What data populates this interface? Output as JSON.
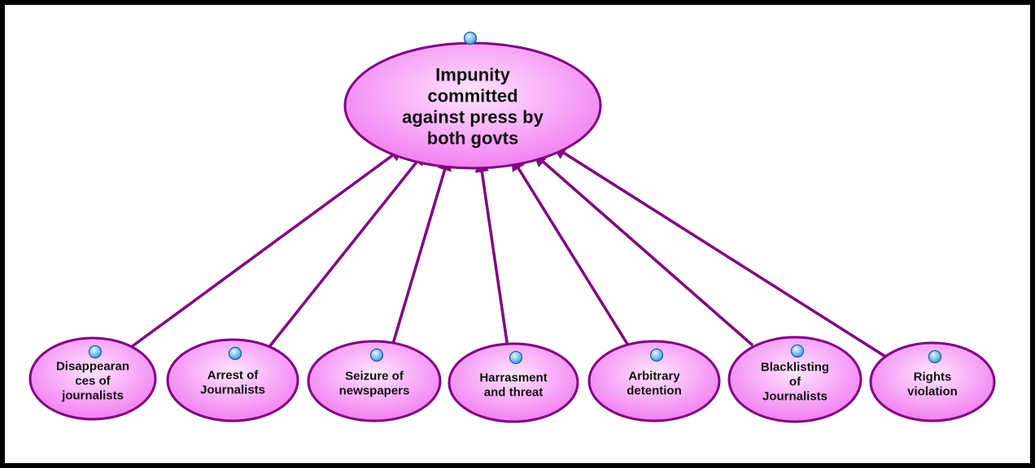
{
  "diagram": {
    "type": "concept-map",
    "central": {
      "lines": [
        "Impunity",
        "committed",
        "against press by",
        "both govts"
      ]
    },
    "nodes": [
      {
        "lines": [
          "Disappearan",
          "ces of",
          "journalists"
        ]
      },
      {
        "lines": [
          "Arrest of",
          "Journalists"
        ]
      },
      {
        "lines": [
          "Seizure of",
          "newspapers"
        ]
      },
      {
        "lines": [
          "Harrasment",
          "and threat"
        ]
      },
      {
        "lines": [
          "Arbitrary",
          "detention"
        ]
      },
      {
        "lines": [
          "Blacklisting",
          "of",
          "Journalists"
        ]
      },
      {
        "lines": [
          "Rights",
          "violation"
        ]
      }
    ],
    "colors": {
      "node_fill_light": "#ffe6ff",
      "node_fill_dark": "#f27ff2",
      "node_stroke": "#800080",
      "arrow": "#800080",
      "marker_light": "#e8f6ff",
      "marker_dark": "#3a9ee0",
      "frame": "#000000"
    }
  }
}
